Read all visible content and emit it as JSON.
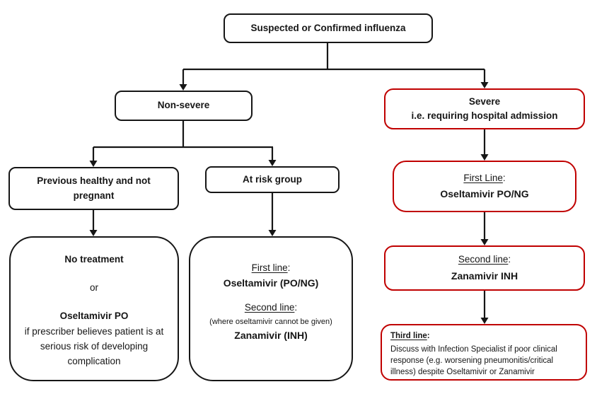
{
  "colors": {
    "line_black": "#161616",
    "severe_red": "#c00000",
    "background": "#ffffff"
  },
  "root": {
    "label": "Suspected or Confirmed influenza"
  },
  "non_severe": {
    "label": "Non-severe"
  },
  "severe": {
    "title": "Severe",
    "subtitle": "i.e. requiring hospital admission"
  },
  "healthy": {
    "label": "Previous healthy and not pregnant"
  },
  "at_risk": {
    "label": "At risk group"
  },
  "healthy_treatment": {
    "option1": "No treatment",
    "conjunction": "or",
    "option2": "Oseltamivir PO",
    "option2_detail": "if prescriber believes patient is at serious risk of developing complication"
  },
  "at_risk_treatment": {
    "first_line_label": "First line",
    "first_line_colon": ":",
    "first_line_drug": "Oseltamivir (PO/NG)",
    "second_line_label": "Second line",
    "second_line_colon": ":",
    "second_line_note": "(where oseltamivir cannot be given)",
    "second_line_drug": "Zanamivir (INH)"
  },
  "severe_first_line": {
    "label": "First Line",
    "colon": ":",
    "drug": "Oseltamivir PO/NG"
  },
  "severe_second_line": {
    "label": "Second line",
    "colon": ":",
    "drug": "Zanamivir INH"
  },
  "severe_third_line": {
    "label": "Third line",
    "colon": ":",
    "text": "Discuss with Infection Specialist if poor clinical response (e.g. worsening pneumonitis/critical illness) despite Oseltamivir or Zanamivir"
  }
}
